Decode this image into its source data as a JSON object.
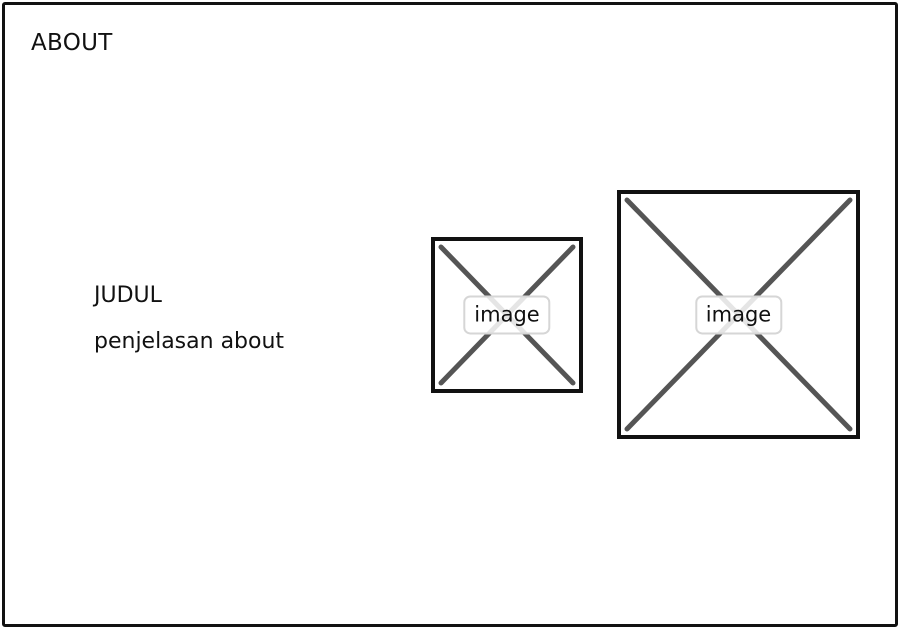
{
  "page": {
    "title": "ABOUT"
  },
  "content": {
    "heading": "JUDUL",
    "description": "penjelasan about"
  },
  "images": [
    {
      "label": "image",
      "icon": "image-placeholder-icon"
    },
    {
      "label": "image",
      "icon": "image-placeholder-icon"
    }
  ],
  "colors": {
    "stroke": "#111111",
    "cross": "#555555",
    "label_border": "#d6d6d6"
  }
}
